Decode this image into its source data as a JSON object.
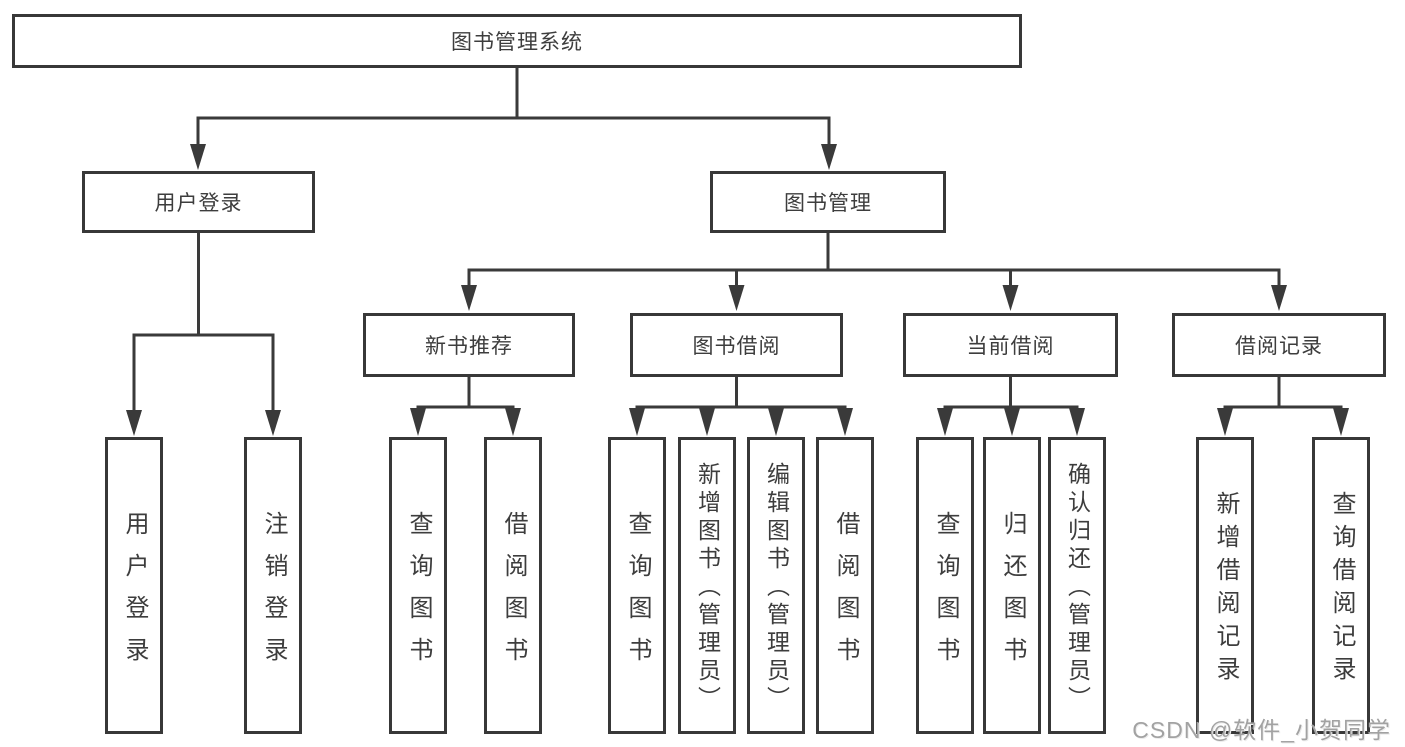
{
  "nodes": {
    "root": {
      "label": "图书管理系统"
    },
    "branches": [
      {
        "label": "用户登录"
      },
      {
        "label": "图书管理"
      }
    ],
    "sections": [
      {
        "label": "新书推荐"
      },
      {
        "label": "图书借阅"
      },
      {
        "label": "当前借阅"
      },
      {
        "label": "借阅记录"
      }
    ],
    "leaves": [
      {
        "label": "用户登录"
      },
      {
        "label": "注销登录"
      },
      {
        "label": "查询图书"
      },
      {
        "label": "借阅图书"
      },
      {
        "label": "查询图书"
      },
      {
        "label": "新增图书（管理员）"
      },
      {
        "label": "编辑图书（管理员）"
      },
      {
        "label": "借阅图书"
      },
      {
        "label": "查询图书"
      },
      {
        "label": "归还图书"
      },
      {
        "label": "确认归还（管理员）"
      },
      {
        "label": "新增借阅记录"
      },
      {
        "label": "查询借阅记录"
      }
    ]
  },
  "watermark": {
    "label": "CSDN @软件_小贺同学"
  },
  "colors": {
    "line": "#3a3a3a",
    "border": "#383838",
    "text": "#3d3d3d",
    "background": "#ffffff",
    "watermark": "#a2a2a2"
  }
}
